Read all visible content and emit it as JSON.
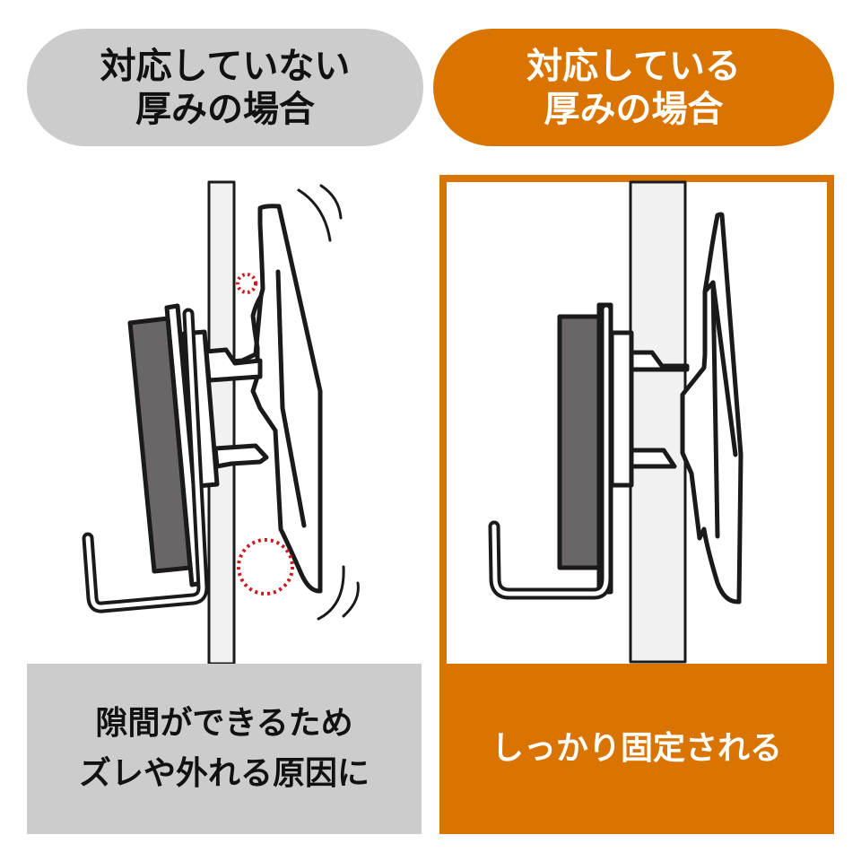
{
  "left": {
    "header": {
      "line1": "対応していない",
      "line2": "厚みの場合"
    },
    "caption": {
      "line1": "隙間ができるため",
      "line2": "ズレや外れる原因に"
    },
    "annotations": [
      "gap-indicator-top",
      "gap-indicator-bottom",
      "wobble-marks"
    ]
  },
  "right": {
    "header": {
      "line1": "対応している",
      "line2": "厚みの場合"
    },
    "caption": {
      "line1": "しっかり固定される"
    }
  },
  "colors": {
    "gray": "#cccccc",
    "orange": "#d97400",
    "outline": "#1a1a1a",
    "magnet": "#6a6668",
    "panel_fill": "#f1f1f1",
    "gap_marker": "#d0191f"
  }
}
